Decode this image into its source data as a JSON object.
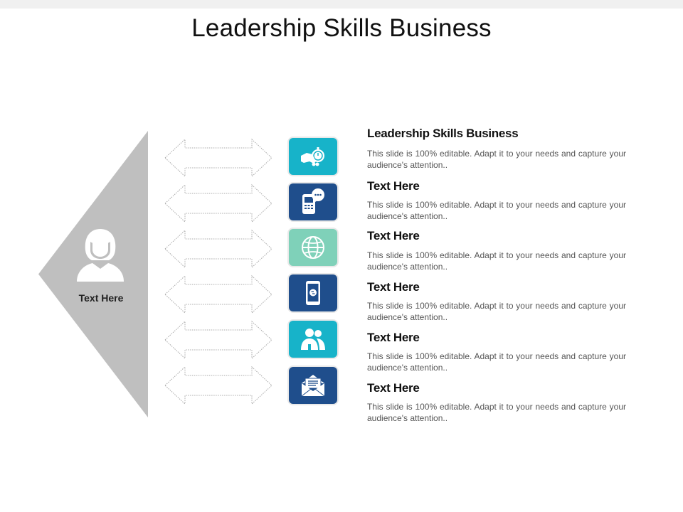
{
  "title": "Leadership Skills Business",
  "person": {
    "label": "Text Here"
  },
  "colors": {
    "teal": "#17b3c9",
    "navy": "#1f4e8c",
    "mint": "#7fd1b9",
    "triangle": "#bfbfbf"
  },
  "items": [
    {
      "heading": "Leadership Skills Business",
      "text": "This slide is 100% editable. Adapt it to your needs and capture your audience's attention..",
      "icon": "hand-stopwatch-icon",
      "color": "#17b3c9"
    },
    {
      "heading": "Text Here",
      "text": "This slide is 100% editable. Adapt it to your needs and capture your audience's attention..",
      "icon": "phone-chat-icon",
      "color": "#1f4e8c"
    },
    {
      "heading": "Text Here",
      "text": "This slide is 100% editable. Adapt it to your needs and capture your audience's attention..",
      "icon": "globe-icon",
      "color": "#7fd1b9"
    },
    {
      "heading": "Text Here",
      "text": "This slide is 100% editable. Adapt it to your needs and capture your audience's attention..",
      "icon": "smartphone-icon",
      "color": "#1f4e8c"
    },
    {
      "heading": "Text Here",
      "text": "This slide is 100% editable. Adapt it to your needs and capture your audience's attention..",
      "icon": "users-icon",
      "color": "#17b3c9"
    },
    {
      "heading": "Text Here",
      "text": "This slide is 100% editable. Adapt it to your needs and capture your audience's attention..",
      "icon": "envelope-icon",
      "color": "#1f4e8c"
    }
  ]
}
